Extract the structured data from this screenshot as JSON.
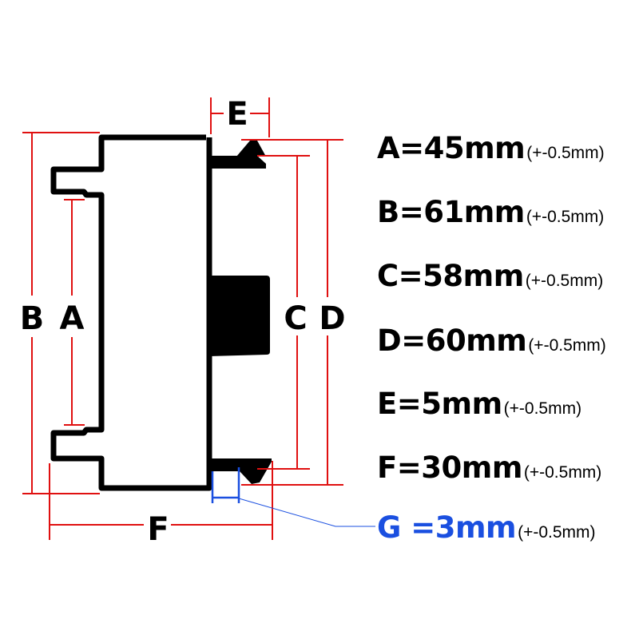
{
  "diagram": {
    "labels": {
      "a": "A",
      "b": "B",
      "c": "C",
      "d": "D",
      "e": "E",
      "f": "F"
    },
    "colors": {
      "outline": "#000000",
      "dimension": "#e01010",
      "highlight": "#1a4fe0"
    }
  },
  "specs": [
    {
      "value": "A=45mm",
      "tolerance": "(+-0.5mm)"
    },
    {
      "value": "B=61mm",
      "tolerance": "(+-0.5mm)"
    },
    {
      "value": "C=58mm",
      "tolerance": "(+-0.5mm)"
    },
    {
      "value": "D=60mm",
      "tolerance": "(+-0.5mm)"
    },
    {
      "value": "E=5mm",
      "tolerance": "(+-0.5mm)"
    },
    {
      "value": "F=30mm",
      "tolerance": "(+-0.5mm)"
    },
    {
      "value": "G =3mm",
      "tolerance": "(+-0.5mm)"
    }
  ]
}
